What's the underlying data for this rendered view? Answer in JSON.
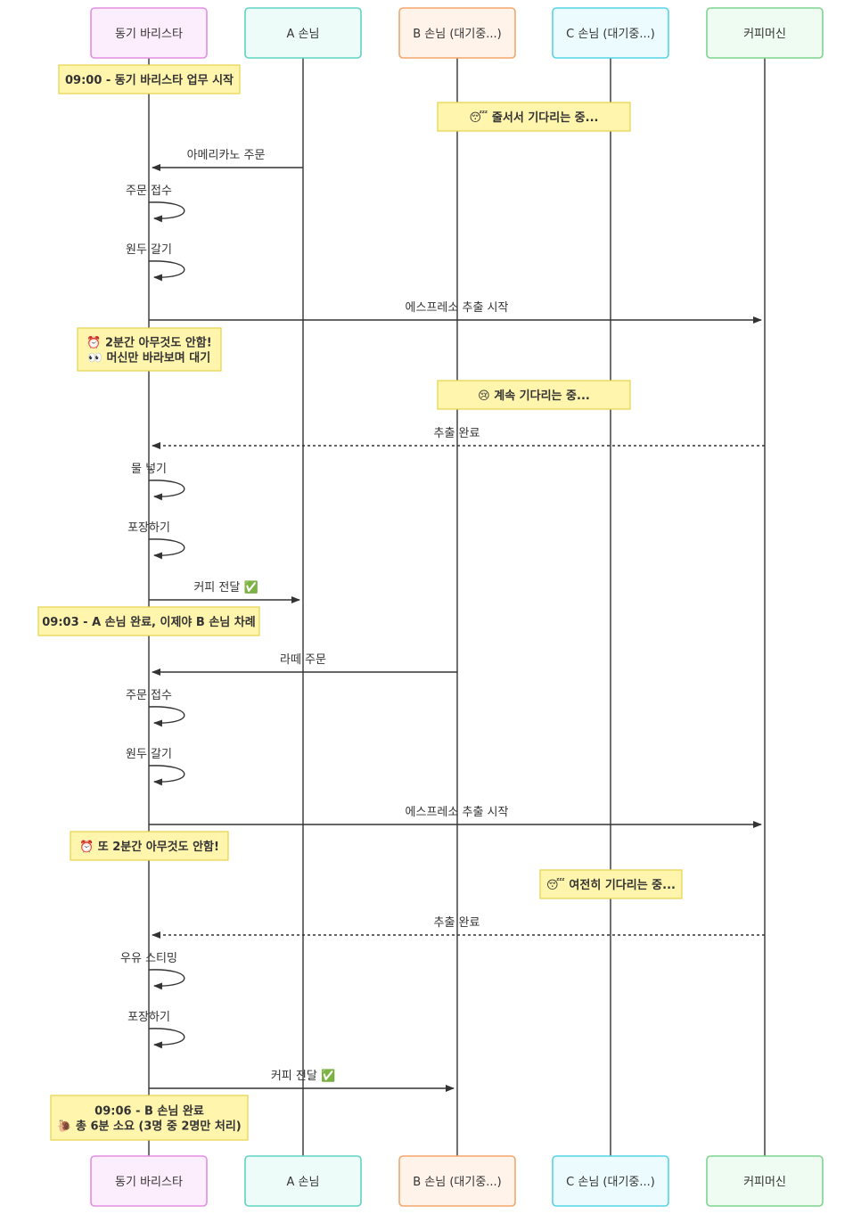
{
  "participants": [
    {
      "id": "barista",
      "label": "동기 바리스타",
      "fill": "#fdeefd",
      "stroke": "#e38ee3"
    },
    {
      "id": "a",
      "label": "A 손님",
      "fill": "#eefcf9",
      "stroke": "#5fd3c0"
    },
    {
      "id": "b",
      "label": "B 손님 (대기중...)",
      "fill": "#fff3ea",
      "stroke": "#f2a66c"
    },
    {
      "id": "c",
      "label": "C 손님 (대기중...)",
      "fill": "#ecfcfe",
      "stroke": "#55d3e6"
    },
    {
      "id": "machine",
      "label": "커피머신",
      "fill": "#effcf1",
      "stroke": "#7fd48f"
    }
  ],
  "events": [
    {
      "kind": "note",
      "over": [
        "barista"
      ],
      "lines": [
        "09:00 - 동기 바리스타 업무 시작"
      ]
    },
    {
      "kind": "note",
      "over": [
        "b",
        "c"
      ],
      "lines": [
        "😴 줄서서 기다리는 중..."
      ]
    },
    {
      "kind": "message",
      "from": "a",
      "to": "barista",
      "label": "아메리카노 주문",
      "style": "solid"
    },
    {
      "kind": "self",
      "actor": "barista",
      "label": "주문 접수"
    },
    {
      "kind": "self",
      "actor": "barista",
      "label": "원두 갈기"
    },
    {
      "kind": "message",
      "from": "barista",
      "to": "machine",
      "label": "에스프레소 추출 시작",
      "style": "solid"
    },
    {
      "kind": "note",
      "over": [
        "barista"
      ],
      "lines": [
        "⏰ 2분간 아무것도 안함!",
        "👀 머신만 바라보며 대기"
      ]
    },
    {
      "kind": "note",
      "over": [
        "b",
        "c"
      ],
      "lines": [
        "😢 계속 기다리는 중..."
      ]
    },
    {
      "kind": "message",
      "from": "machine",
      "to": "barista",
      "label": "추출 완료",
      "style": "dotted"
    },
    {
      "kind": "self",
      "actor": "barista",
      "label": "물 넣기"
    },
    {
      "kind": "self",
      "actor": "barista",
      "label": "포장하기"
    },
    {
      "kind": "message",
      "from": "barista",
      "to": "a",
      "label": "커피 전달 ✅",
      "style": "solid"
    },
    {
      "kind": "note",
      "over": [
        "barista"
      ],
      "lines": [
        "09:03 - A 손님 완료, 이제야 B 손님 차례"
      ]
    },
    {
      "kind": "message",
      "from": "b",
      "to": "barista",
      "label": "라떼 주문",
      "style": "solid"
    },
    {
      "kind": "self",
      "actor": "barista",
      "label": "주문 접수"
    },
    {
      "kind": "self",
      "actor": "barista",
      "label": "원두 갈기"
    },
    {
      "kind": "message",
      "from": "barista",
      "to": "machine",
      "label": "에스프레소 추출 시작",
      "style": "solid"
    },
    {
      "kind": "note",
      "over": [
        "barista"
      ],
      "lines": [
        "⏰ 또 2분간 아무것도 안함!"
      ]
    },
    {
      "kind": "note",
      "over": [
        "c"
      ],
      "lines": [
        "😴 여전히 기다리는 중..."
      ]
    },
    {
      "kind": "message",
      "from": "machine",
      "to": "barista",
      "label": "추출 완료",
      "style": "dotted"
    },
    {
      "kind": "self",
      "actor": "barista",
      "label": "우유 스티밍"
    },
    {
      "kind": "self",
      "actor": "barista",
      "label": "포장하기"
    },
    {
      "kind": "message",
      "from": "barista",
      "to": "b",
      "label": "커피 전달 ✅",
      "style": "solid"
    },
    {
      "kind": "note",
      "over": [
        "barista"
      ],
      "lines": [
        "09:06 - B 손님 완료",
        "🐌 총 6분 소요 (3명 중 2명만 처리)"
      ]
    }
  ]
}
